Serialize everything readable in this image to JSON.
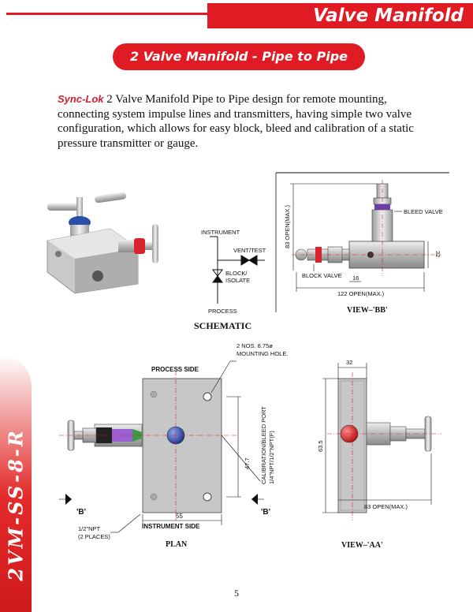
{
  "header": {
    "title": "Valve Manifold",
    "subtitle": "2 Valve Manifold - Pipe to Pipe"
  },
  "intro": {
    "brand": "Sync-Lok",
    "text": "2 Valve Manifold Pipe to Pipe design for remote mounting, connecting system impulse lines and transmitters, having simple two valve configuration, which allows for easy block, bleed and calibration of a static pressure transmitter or gauge."
  },
  "schematic": {
    "title": "SCHEMATIC",
    "instrument": "INSTRUMENT",
    "vent": "VENT/TEST",
    "block1": "BLOCK/",
    "block2": "ISOLATE",
    "process": "PROCESS"
  },
  "view_bb": {
    "title": "VIEW–'BB'",
    "bleed_valve": "BLEED VALVE",
    "block_valve": "BLOCK VALVE",
    "height_label": "83 OPEN(MAX.)",
    "dim_32": "32",
    "dim_16": "16",
    "width_label": "122 OPEN(MAX.)"
  },
  "plan": {
    "title": "PLAN",
    "process_side": "PROCESS SIDE",
    "instrument_side": "INSTRUMENT SIDE",
    "mounting_1": "2 NOS. 8.75ø",
    "mounting_2": "MOUNTING HOLE.",
    "cal_1": "CALIBRATION/BLEED PORT",
    "cal_2": "1/4\"NPT/1/2\"NPT(F)",
    "dim_477": "47.7",
    "dim_55": "55",
    "npt_1": "1/2\"NPT",
    "npt_2": "(2 PLACES)",
    "b_left": "'B'",
    "b_right": "'B'"
  },
  "view_aa": {
    "title": "VIEW–'AA'",
    "dim_32": "32",
    "dim_635": "63.5",
    "open_label": "83 OPEN(MAX.)"
  },
  "side_label": "2VM-SS-8-R",
  "page_number": "5",
  "colors": {
    "accent": "#e01b24",
    "body_steel": "#c8c8c8",
    "knob_blue": "#2a4fa8",
    "knob_red": "#d8232a",
    "purple": "#7a3fb0",
    "green": "#3a9a4a"
  }
}
